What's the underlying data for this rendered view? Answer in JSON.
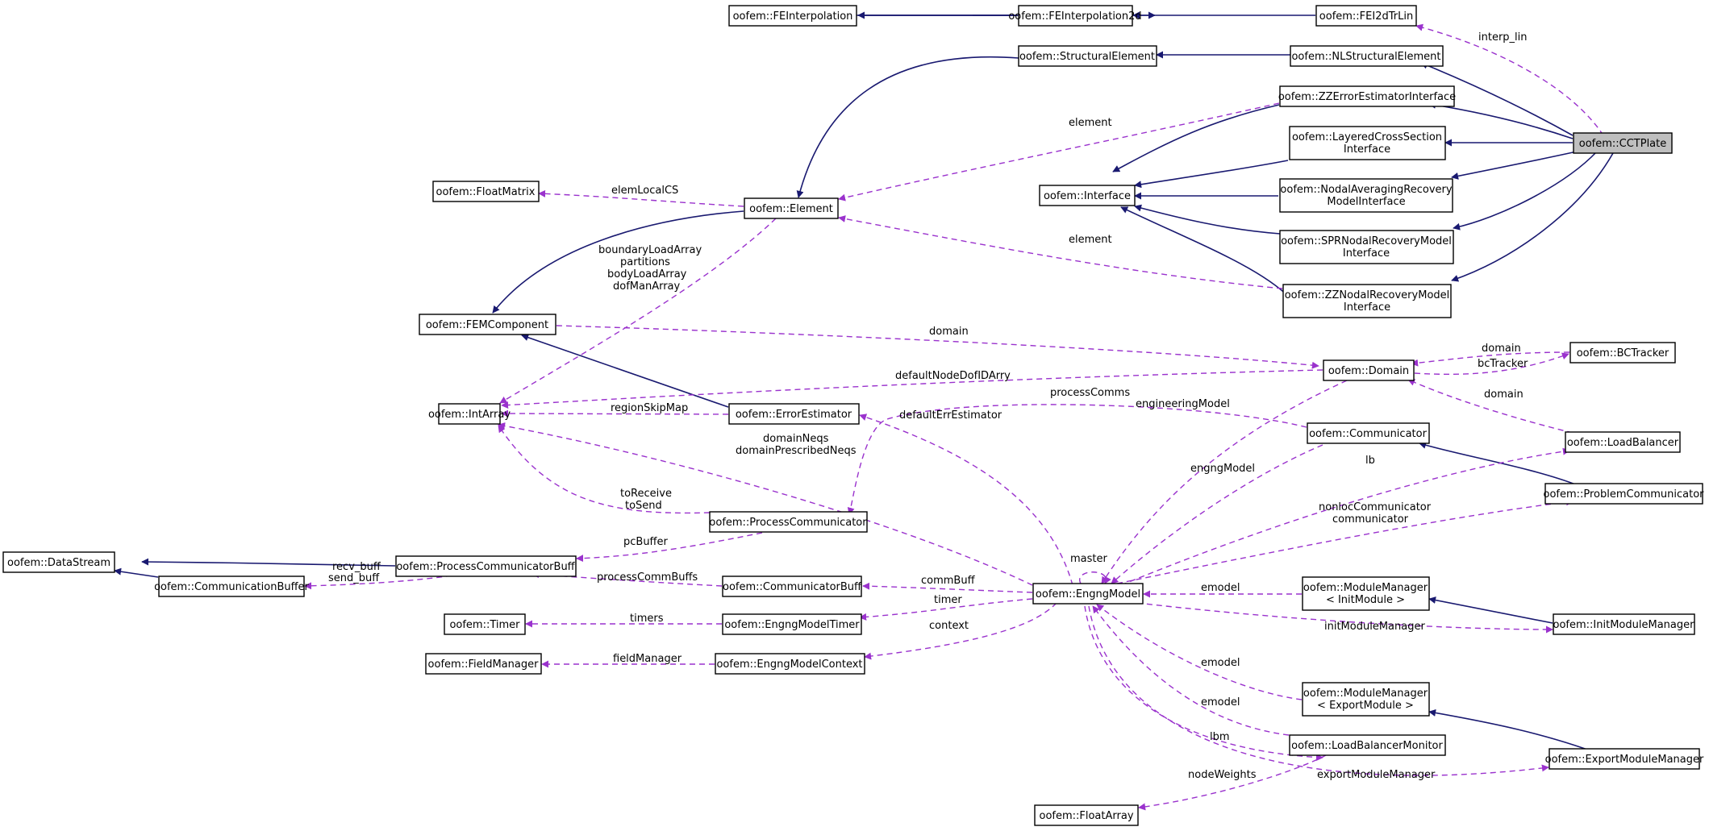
{
  "diagram": {
    "colors": {
      "inheritance": "#191970",
      "usage": "#9a32cd",
      "highlight": "#bfbfbf"
    },
    "nodes": {
      "cct_plate": "oofem::CCTPlate",
      "fe_interpolation": "oofem::FEInterpolation",
      "fe_interpolation_2d": "oofem::FEInterpolation2d",
      "fei2d_tr_lin": "oofem::FEI2dTrLin",
      "structural_element": "oofem::StructuralElement",
      "nl_structural_element": "oofem::NLStructuralElement",
      "zz_error_estimator_interface": "oofem::ZZErrorEstimatorInterface",
      "layered_cross_section_interface": [
        "oofem::LayeredCrossSection",
        "Interface"
      ],
      "nodal_averaging_recovery_model_interface": [
        "oofem::NodalAveragingRecovery",
        "ModelInterface"
      ],
      "spr_nodal_recovery_model_interface": [
        "oofem::SPRNodalRecoveryModel",
        "Interface"
      ],
      "zz_nodal_recovery_model_interface": [
        "oofem::ZZNodalRecoveryModel",
        "Interface"
      ],
      "interface": "oofem::Interface",
      "element": "oofem::Element",
      "float_matrix": "oofem::FloatMatrix",
      "fem_component": "oofem::FEMComponent",
      "int_array": "oofem::IntArray",
      "error_estimator": "oofem::ErrorEstimator",
      "domain": "oofem::Domain",
      "bc_tracker": "oofem::BCTracker",
      "load_balancer": "oofem::LoadBalancer",
      "communicator": "oofem::Communicator",
      "problem_communicator": "oofem::ProblemCommunicator",
      "process_communicator": "oofem::ProcessCommunicator",
      "data_stream": "oofem::DataStream",
      "process_communicator_buff": "oofem::ProcessCommunicatorBuff",
      "communication_buffer": "oofem::CommunicationBuffer",
      "communicator_buff": "oofem::CommunicatorBuff",
      "engng_model": "oofem::EngngModel",
      "timer": "oofem::Timer",
      "engng_model_timer": "oofem::EngngModelTimer",
      "field_manager": "oofem::FieldManager",
      "engng_model_context": "oofem::EngngModelContext",
      "module_manager_init": [
        "oofem::ModuleManager",
        "< InitModule >"
      ],
      "init_module_manager": "oofem::InitModuleManager",
      "module_manager_export": [
        "oofem::ModuleManager",
        "< ExportModule >"
      ],
      "export_module_manager": "oofem::ExportModuleManager",
      "load_balancer_monitor": "oofem::LoadBalancerMonitor",
      "float_array": "oofem::FloatArray"
    },
    "edge_labels": {
      "interp_lin": "interp_lin",
      "element_top": "element",
      "element_mid": "element",
      "elem_local_cs": "elemLocalCS",
      "element_arrays": [
        "boundaryLoadArray",
        "partitions",
        "bodyLoadArray",
        "dofManArray"
      ],
      "domain_fem": "domain",
      "domain_bc": "domain",
      "bc_tracker": "bcTracker",
      "domain_lb": "domain",
      "default_node_dof": "defaultNodeDofIDArry",
      "region_skip_map": "regionSkipMap",
      "process_comms": "processComms",
      "default_err_estimator": "defaultErrEstimator",
      "engineering_model": "engineeringModel",
      "domain_neqs": [
        "domainNeqs",
        "domainPrescribedNeqs"
      ],
      "engng_model": "engngModel",
      "lb": "lb",
      "to_receive_send": [
        "toReceive",
        "toSend"
      ],
      "nonloc_comm": [
        "nonlocCommunicator",
        "communicator"
      ],
      "pc_buffer": "pcBuffer",
      "recv_send_buff": [
        "recv_buff",
        "send_buff"
      ],
      "process_comm_buffs": "processCommBuffs",
      "master": "master",
      "comm_buff": "commBuff",
      "timer": "timer",
      "timers": "timers",
      "context": "context",
      "field_manager": "fieldManager",
      "emodel_init": "emodel",
      "init_module_manager": "initModuleManager",
      "emodel_export": "emodel",
      "emodel_lbm": "emodel",
      "lbm": "lbm",
      "node_weights": "nodeWeights",
      "export_module_manager": "exportModuleManager"
    }
  }
}
